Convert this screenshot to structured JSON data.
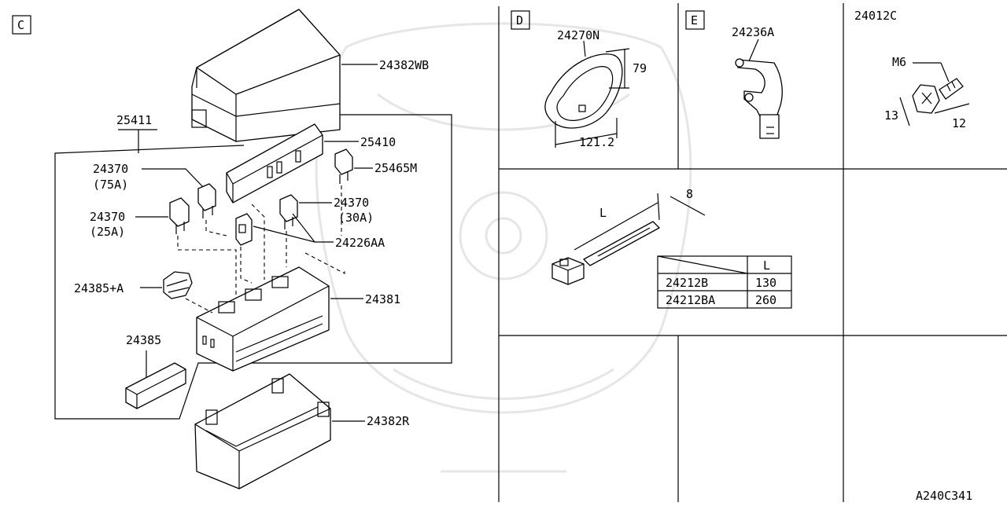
{
  "sections": {
    "c": "C",
    "d": "D",
    "e": "E",
    "f": "24012C"
  },
  "parts_c": {
    "cover_top": "24382WB",
    "block_frame": "25411",
    "relay_cover": "25410",
    "fuse_big": "25465M",
    "fuse_75_num": "24370",
    "fuse_75_rating": "(75A)",
    "fuse_25_num": "24370",
    "fuse_25_rating": "(25A)",
    "fuse_30_num": "24370",
    "fuse_30_rating": "(30A)",
    "fusible_link": "24226AA",
    "terminal_a": "24385+A",
    "fuse_block": "24381",
    "holder": "24385",
    "cover_bottom": "24382R"
  },
  "grommet": {
    "part": "24270N",
    "height": "79",
    "width": "121.2"
  },
  "bracket": {
    "part": "24236A"
  },
  "bolt": {
    "thread": "M6",
    "head": "13",
    "length": "12"
  },
  "tie": {
    "length_label": "L",
    "width_label": "8",
    "table": {
      "header": "L",
      "rows": [
        {
          "part": "24212B",
          "length": "130"
        },
        {
          "part": "24212BA",
          "length": "260"
        }
      ]
    }
  },
  "drawing_code": "A240C341"
}
